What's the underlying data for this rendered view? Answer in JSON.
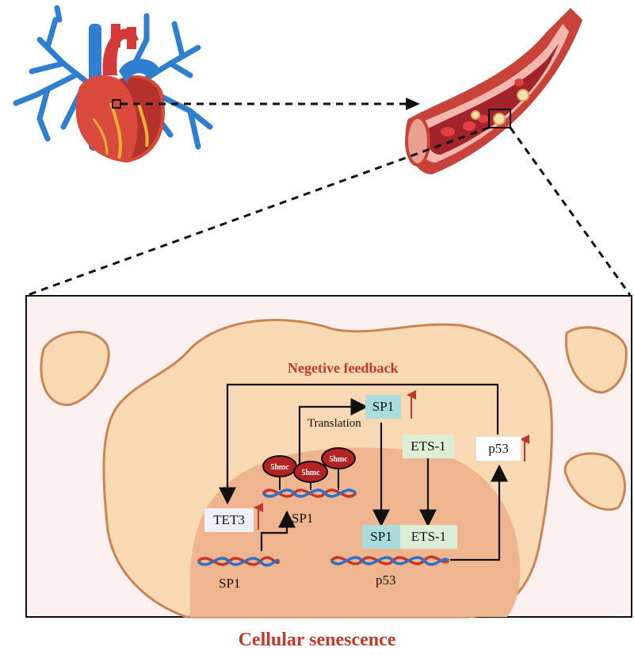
{
  "diagram": {
    "title_feedback": "Negetive feedback",
    "title_bottom": "Cellular senescence",
    "labels": {
      "translation": "Translation",
      "tet3": "TET3",
      "sp1_top": "SP1",
      "sp1_complex": "SP1",
      "ets1_free": "ETS-1",
      "ets1_complex": "ETS-1",
      "p53_box": "p53",
      "sp1_mid_gene": "SP1",
      "sp1_bottom_gene": "SP1",
      "p53_gene": "p53",
      "hmc_mark_1": "5hmc",
      "hmc_mark_2": "5hmc",
      "hmc_mark_3": "5hmc"
    }
  },
  "colors": {
    "accent_red": "#c0392b",
    "vessel_blue": "#2f7fd1",
    "cell_fill": "#f9d9b4",
    "nucleus_fill": "#efb58f",
    "panel_bg": "#fdf0f0",
    "sp1_box": "#a9dcdc",
    "ets_box": "#dcefd6"
  }
}
